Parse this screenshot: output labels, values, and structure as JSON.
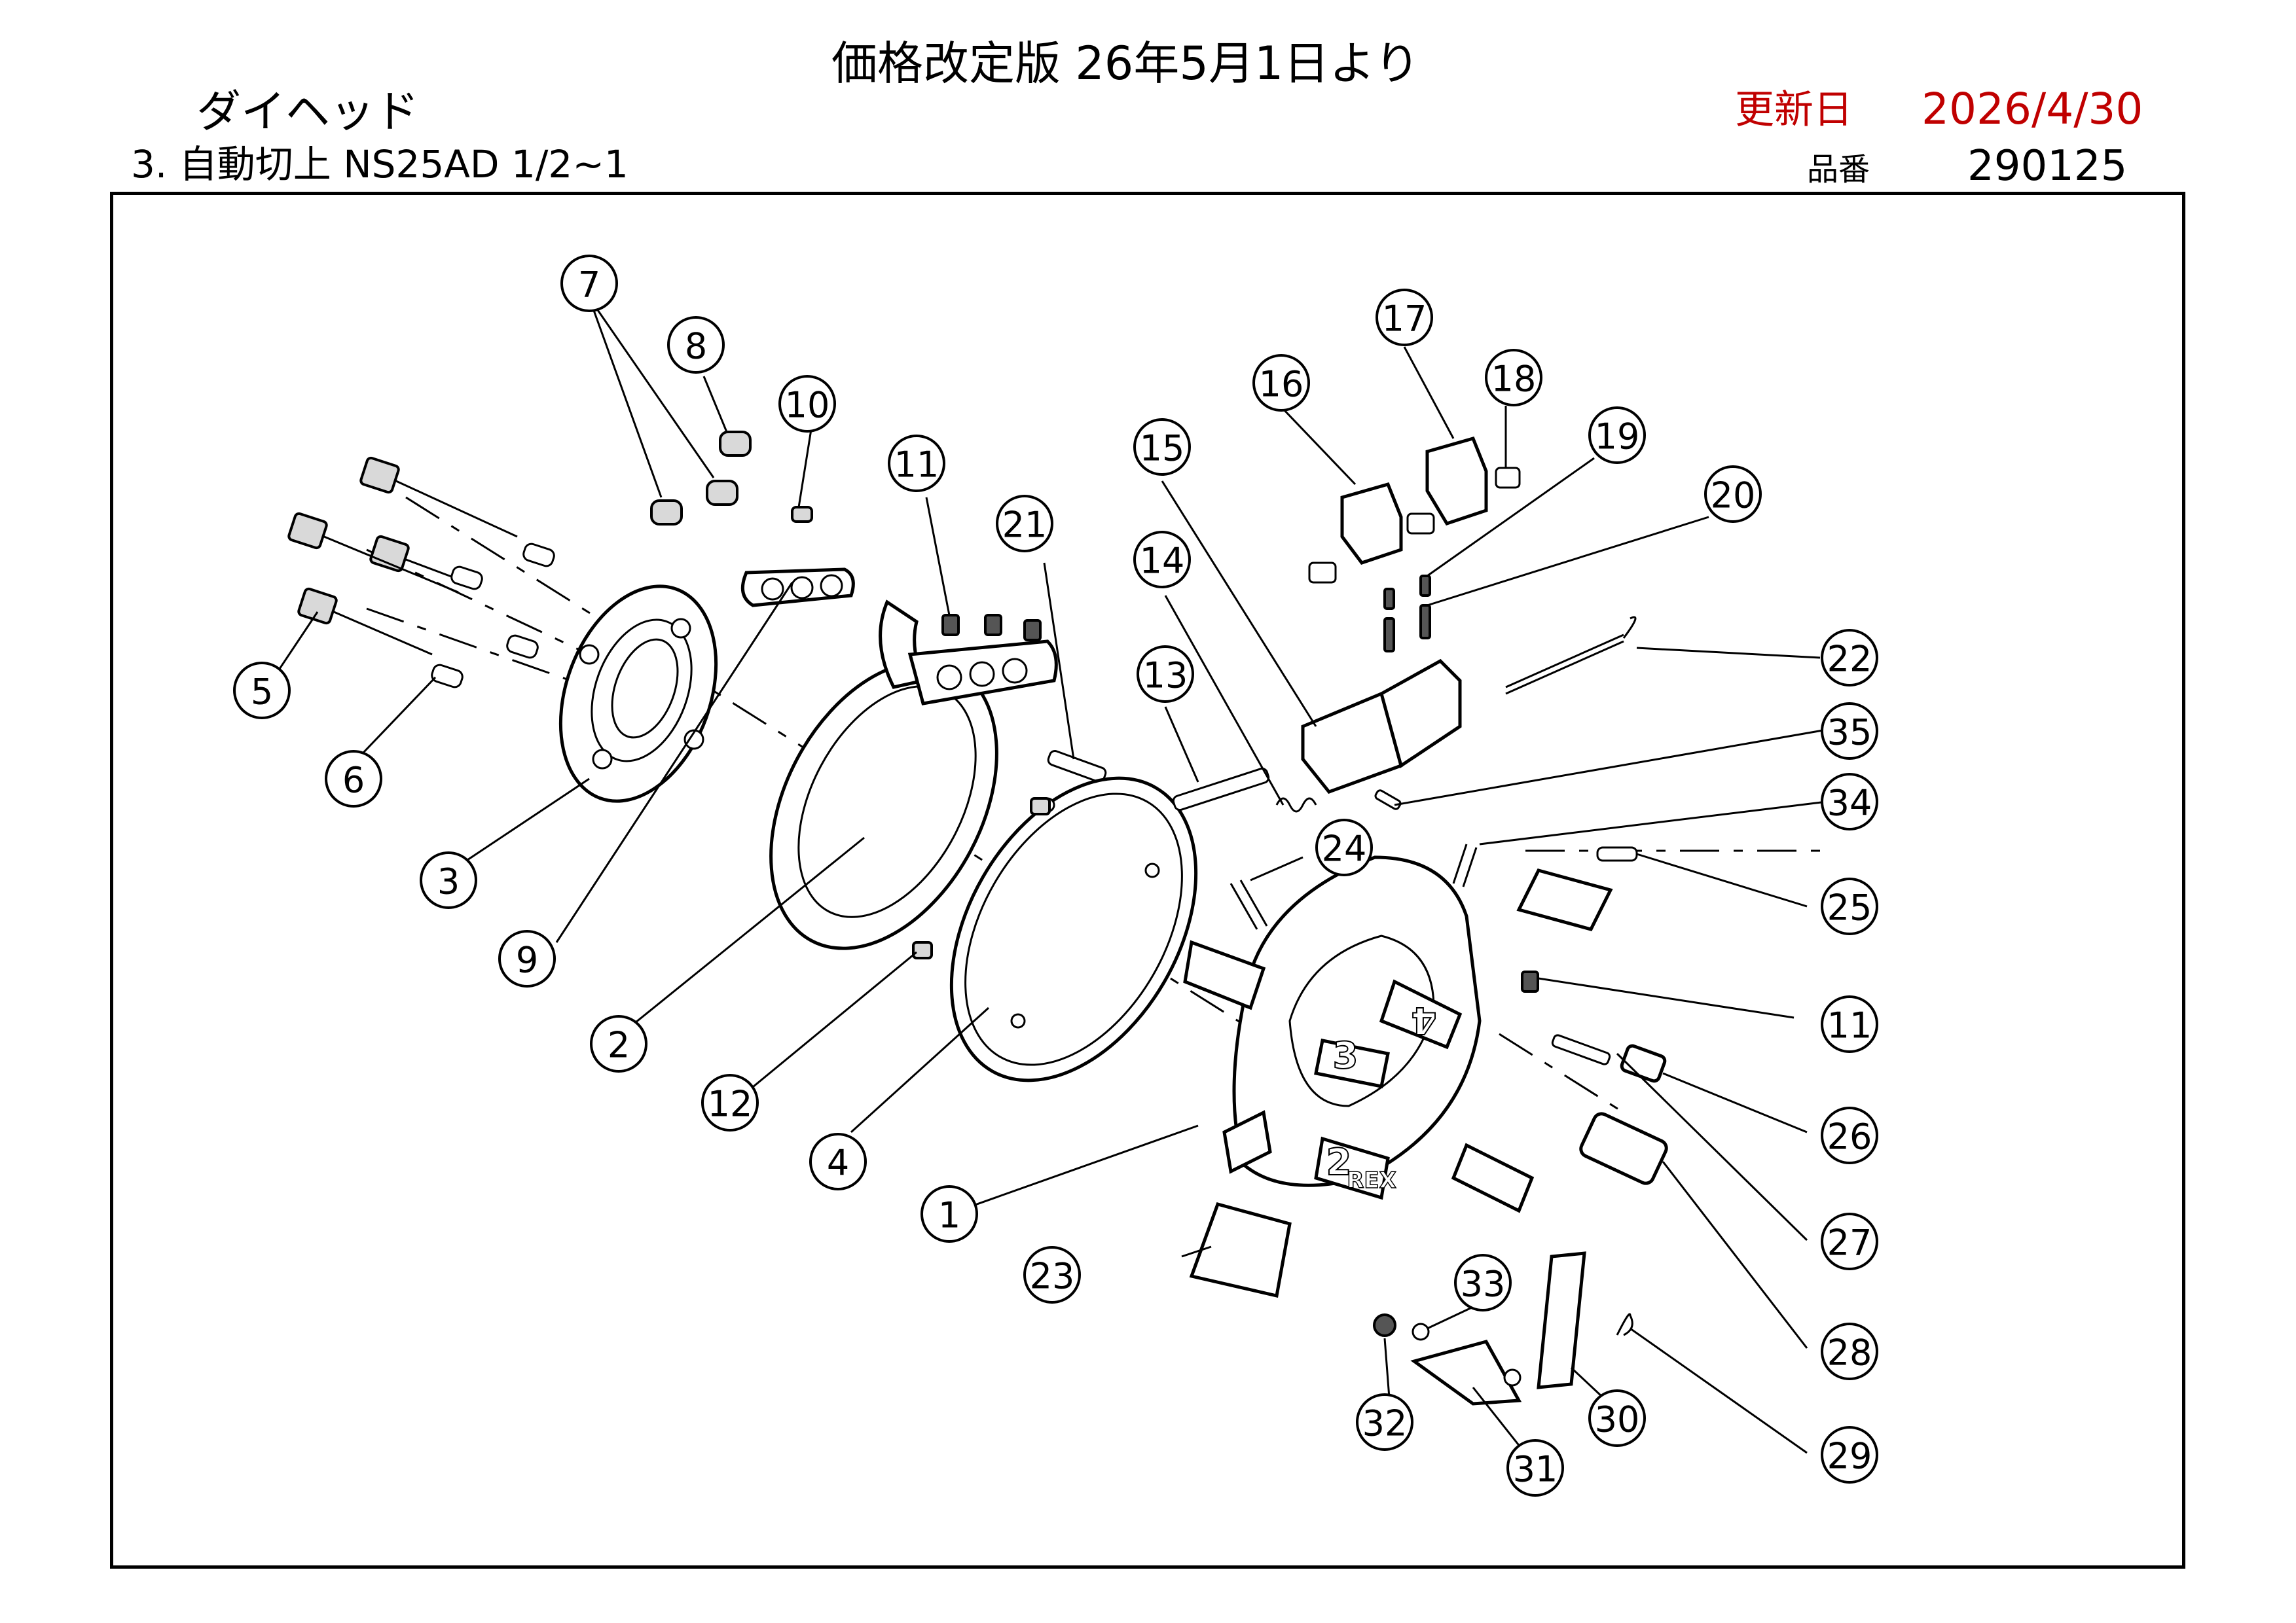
{
  "header": {
    "title": "価格改定版 26年5月1日より",
    "category": "ダイヘッド",
    "subtitle": "3. 自動切上 NS25AD 1/2~1",
    "updated_label": "更新日",
    "updated_value": "2026/4/30",
    "part_no_label": "品番",
    "part_no_value": "290125"
  },
  "colors": {
    "accent": "#c00000",
    "ink": "#000000"
  },
  "callouts": [
    "1",
    "2",
    "3",
    "4",
    "5",
    "6",
    "7",
    "8",
    "9",
    "10",
    "11",
    "11",
    "12",
    "13",
    "14",
    "15",
    "16",
    "17",
    "18",
    "19",
    "20",
    "21",
    "22",
    "23",
    "24",
    "25",
    "26",
    "27",
    "28",
    "29",
    "30",
    "31",
    "32",
    "33",
    "34",
    "35"
  ],
  "part_marks": {
    "jaw_3": "3",
    "jaw_4": "4",
    "jaw_2": "2",
    "brand": "REX"
  }
}
